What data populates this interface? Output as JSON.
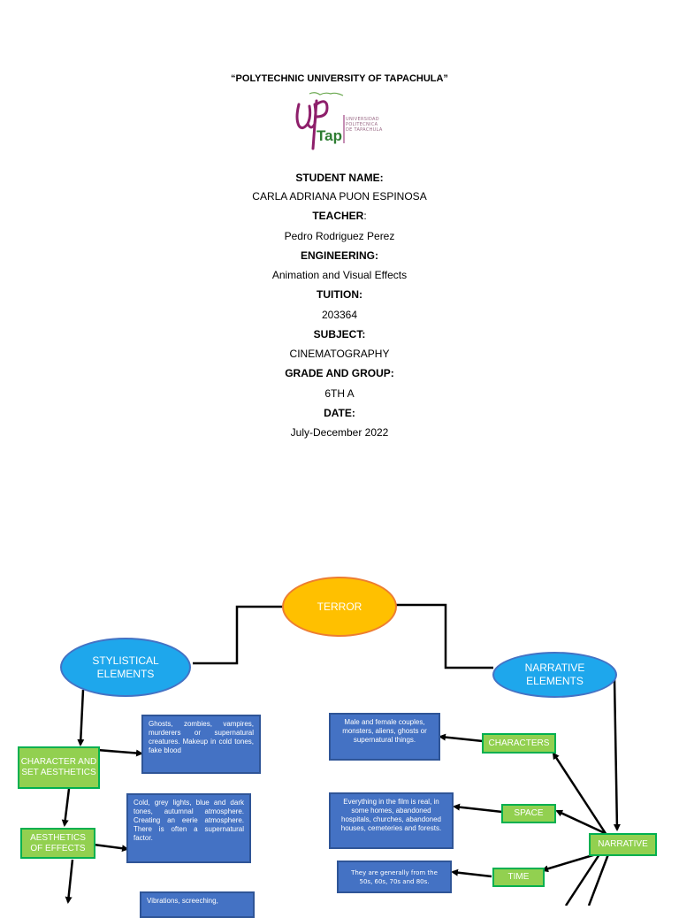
{
  "cover": {
    "university": "“POLYTECHNIC UNIVERSITY OF TAPACHULA”",
    "logo_text": {
      "main": "Tap",
      "small_lines": [
        "UNIVERSIDAD",
        "POLITECNICA",
        "DE TAPACHULA"
      ]
    },
    "fields": [
      {
        "label": "STUDENT NAME:",
        "value": "CARLA ADRIANA PUON ESPINOSA"
      },
      {
        "label": "TEACHER",
        "label_suffix": ":",
        "value": "Pedro Rodriguez Perez"
      },
      {
        "label": "ENGINEERING:",
        "value": "Animation and Visual Effects"
      },
      {
        "label": "TUITION:",
        "value": "203364"
      },
      {
        "label": "SUBJECT:",
        "value": "CINEMATOGRAPHY"
      },
      {
        "label": "GRADE AND GROUP:",
        "value": "6TH A"
      },
      {
        "label": "DATE:",
        "value": "July-December 2022"
      }
    ]
  },
  "diagram": {
    "root": "TERROR",
    "left_branch": "STYLISTICAL ELEMENTS",
    "right_branch": "NARRATIVE ELEMENTS",
    "left_nodes": [
      {
        "label": "CHARACTER AND SET AESTHETICS",
        "note": "Ghosts, zombies, vampires, murderers or supernatural creatures. Makeup in cold tones, fake blood"
      },
      {
        "label": "AESTHETICS OF EFFECTS",
        "note": "Cold, grey lights, blue and dark tones, autumnal atmosphere. Creating an eerie atmosphere. There is often a supernatural factor."
      },
      {
        "note": "Vibrations, screeching,"
      }
    ],
    "right_hub": "NARRATIVE",
    "right_nodes": [
      {
        "label": "CHARACTERS",
        "note": "Male and female couples, monsters, aliens, ghosts or supernatural things."
      },
      {
        "label": "SPACE",
        "note": "Everything in the film is real, in some homes, abandoned hospitals, churches, abandoned houses, cemeteries and forests."
      },
      {
        "label": "TIME",
        "note": "They are generally from the 50s, 60s, 70s and 80s."
      }
    ]
  }
}
